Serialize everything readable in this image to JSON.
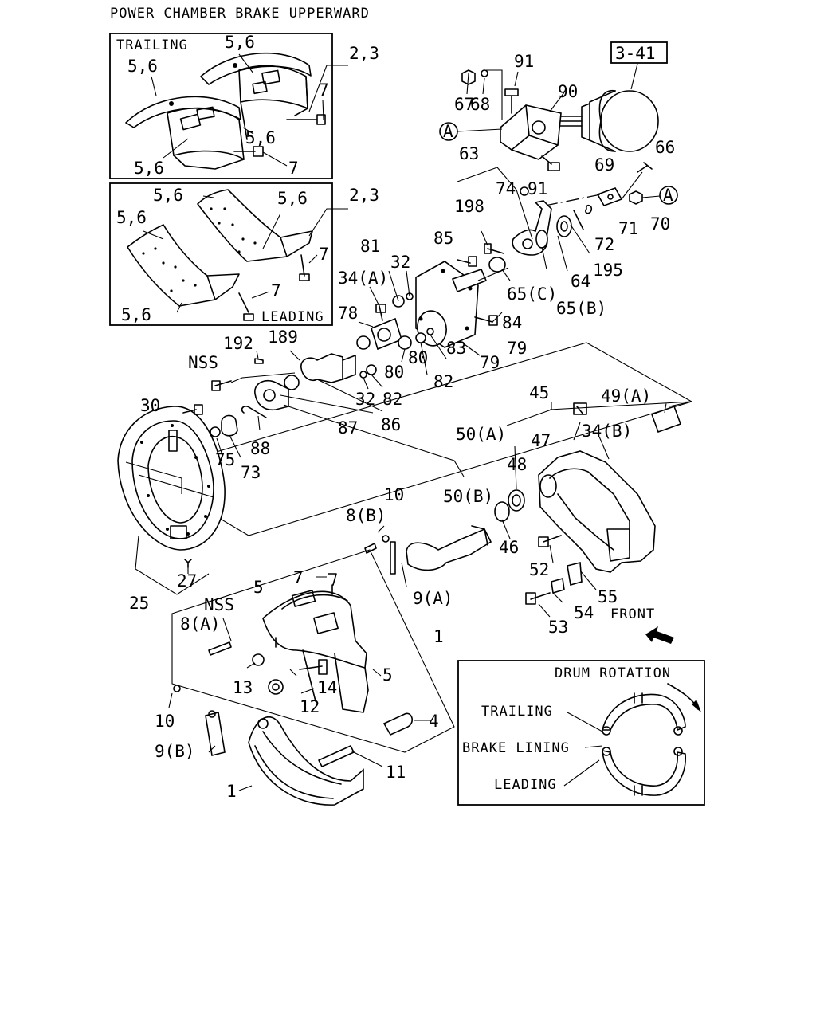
{
  "title": "POWER CHAMBER BRAKE UPPERWARD",
  "ref_box": "3-41",
  "inset_trailing": {
    "heading": "TRAILING",
    "labels": [
      "5,6",
      "5,6",
      "5,6",
      "5,6",
      "7",
      "7",
      "2,3"
    ]
  },
  "inset_leading": {
    "heading": "LEADING",
    "labels": [
      "5,6",
      "5,6",
      "5,6",
      "5,6",
      "7",
      "7",
      "2,3"
    ]
  },
  "drum_rotation": {
    "heading": "DRUM ROTATION",
    "trailing": "TRAILING",
    "brake_lining": "BRAKE LINING",
    "leading": "LEADING"
  },
  "front_label": "FRONT",
  "circle_ref": "A",
  "callouts": {
    "c67": "67",
    "c68": "68",
    "c91a": "91",
    "c90": "90",
    "c66": "66",
    "c69": "69",
    "c70": "70",
    "c71": "71",
    "c72": "72",
    "c195": "195",
    "c64": "64",
    "c65b": "65(B)",
    "c65c": "65(C)",
    "c63": "63",
    "c74": "74",
    "c91b": "91",
    "c198": "198",
    "c85": "85",
    "c81": "81",
    "c32a": "32",
    "c34a": "34(A)",
    "c84": "84",
    "c78": "78",
    "c79a": "79",
    "c83": "83",
    "c79b": "79",
    "c80a": "80",
    "c80b": "80",
    "c82a": "82",
    "c82b": "82",
    "c189": "189",
    "c192": "192",
    "cNSS1": "NSS",
    "c32b": "32",
    "c30": "30",
    "c86": "86",
    "c87": "87",
    "c88": "88",
    "c75": "75",
    "c73": "73",
    "c45": "45",
    "c49a": "49(A)",
    "c34b": "34(B)",
    "c50a": "50(A)",
    "c47": "47",
    "c48": "48",
    "c50b": "50(B)",
    "c46": "46",
    "c52": "52",
    "c55": "55",
    "c54": "54",
    "c53": "53",
    "c10a": "10",
    "c8b": "8(B)",
    "c9a": "9(A)",
    "c27": "27",
    "c25": "25",
    "c7": "7",
    "c5a": "5",
    "cNSS2": "NSS",
    "c8a": "8(A)",
    "c1a": "1",
    "c5b": "5",
    "c13": "13",
    "c14": "14",
    "c12": "12",
    "c10b": "10",
    "c9b": "9(B)",
    "c4": "4",
    "c11": "11",
    "c1b": "1"
  }
}
